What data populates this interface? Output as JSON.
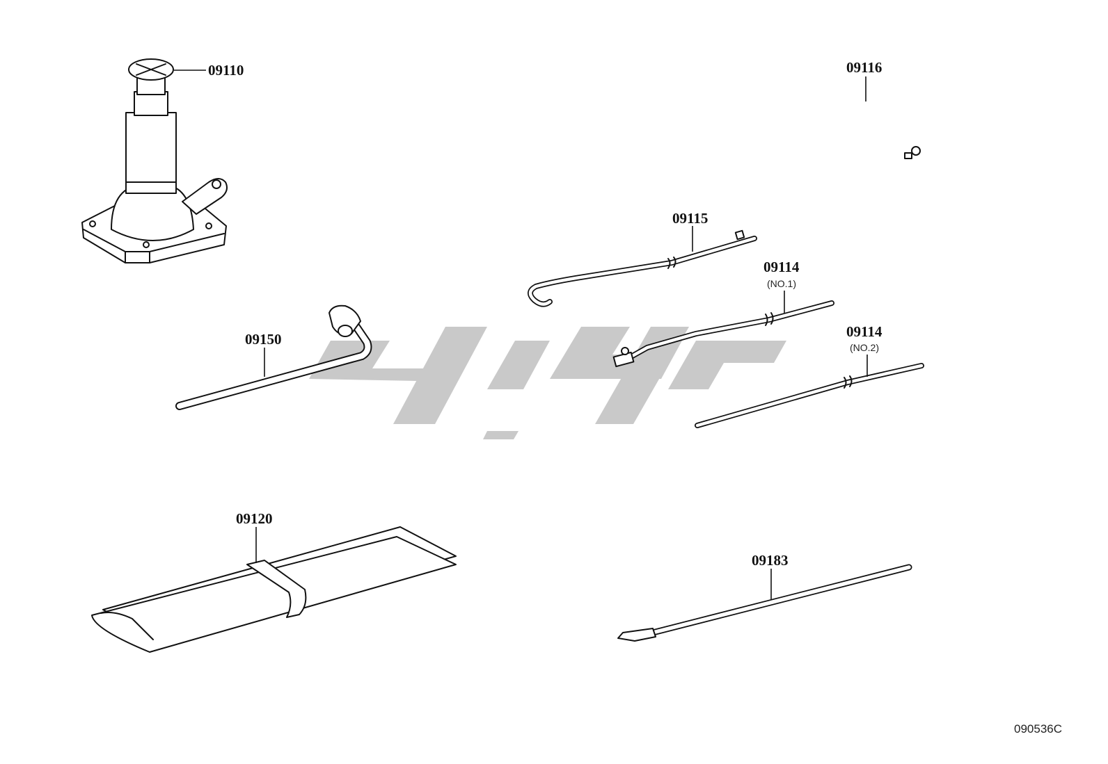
{
  "parts": [
    {
      "number": "09110",
      "sub": ""
    },
    {
      "number": "09116",
      "sub": ""
    },
    {
      "number": "09115",
      "sub": ""
    },
    {
      "number": "09114",
      "sub": "(NO.1)"
    },
    {
      "number": "09114",
      "sub": "(NO.2)"
    },
    {
      "number": "09150",
      "sub": ""
    },
    {
      "number": "09120",
      "sub": ""
    },
    {
      "number": "09183",
      "sub": ""
    }
  ],
  "reference_code": "090536C",
  "colors": {
    "line": "#111111",
    "watermark": "#c9c9c9",
    "background": "#ffffff"
  }
}
